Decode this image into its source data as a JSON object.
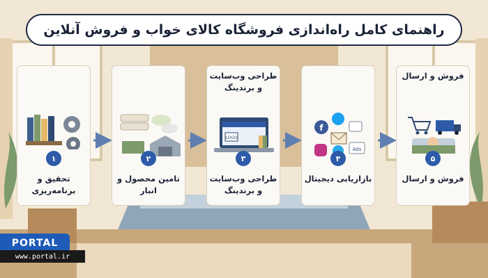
{
  "title": "راهنمای کامل راه‌اندازی فروشگاه کالای خواب و فروش آنلاین",
  "steps": [
    {
      "number": "۱",
      "label_top": "",
      "label": "تحقیق و برنامه‌ریزی"
    },
    {
      "number": "۲",
      "label_top": "",
      "label": "تامین محصول و انبار"
    },
    {
      "number": "۳",
      "label_top": "طراحی وب‌سایت و برندینگ",
      "label": "طراحی وب‌سایت و برندینگ"
    },
    {
      "number": "۴",
      "label_top": "",
      "label": "بازاریابی دیجیتال"
    },
    {
      "number": "۵",
      "label_top": "فروش و ارسال",
      "label": "فروش و ارسال"
    }
  ],
  "laptop_logo": "LOGO",
  "ads_label": "Ads",
  "brand": {
    "logo": "PORTAL",
    "url": "www.portal.ir"
  },
  "colors": {
    "accent": "#2d5ba8",
    "arrow": "#8fae8a",
    "title_border": "#1f2a44"
  }
}
